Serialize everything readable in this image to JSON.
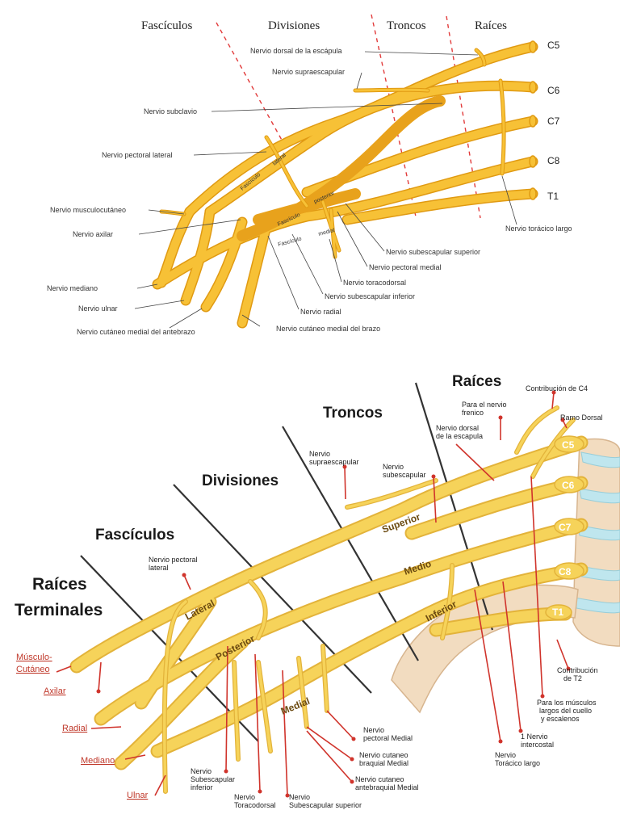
{
  "top": {
    "headers": {
      "fasciculos": "Fascículos",
      "divisiones": "Divisiones",
      "troncos": "Troncos",
      "raices": "Raíces"
    },
    "roots": [
      "C5",
      "C6",
      "C7",
      "C8",
      "T1"
    ],
    "segment_labels": {
      "lateral": "lateral",
      "fasciculo_lateral": "Fascículo",
      "fasciculo_posterior": "Fascículo",
      "posterior": "posterior",
      "fasciculo_medial": "Fascículo",
      "medial": "medial"
    },
    "labels": {
      "dorsal_escapula": "Nervio dorsal de la escápula",
      "supraescapular": "Nervio supraescapular",
      "subclavio": "Nervio subclavio",
      "pectoral_lateral": "Nervio pectoral lateral",
      "musculocutaneo": "Nervio musculocutáneo",
      "axilar": "Nervio axilar",
      "mediano": "Nervio mediano",
      "ulnar": "Nervio ulnar",
      "cutaneo_antebrazo": "Nervio cutáneo medial del antebrazo",
      "cutaneo_brazo": "Nervio cutáneo medial del brazo",
      "radial": "Nervio radial",
      "subescapular_inferior": "Nervio subescapular inferior",
      "toracodorsal": "Nervio toracodorsal",
      "pectoral_medial": "Nervio pectoral medial",
      "subescapular_superior": "Nervio subescapular superior",
      "toracico_largo": "Nervio torácico largo"
    }
  },
  "bottom": {
    "headers": {
      "raices": "Raíces",
      "troncos": "Troncos",
      "divisiones": "Divisiones",
      "fasciculos": "Fascículos",
      "raices_terminales_1": "Raíces",
      "raices_terminales_2": "Terminales"
    },
    "roots": [
      "C5",
      "C6",
      "C7",
      "C8",
      "T1"
    ],
    "trunks": {
      "superior": "Superior",
      "medio": "Medio",
      "inferior": "Inferior"
    },
    "cords": {
      "lateral": "Lateral",
      "posterior": "Posterior",
      "medial": "Medial"
    },
    "terminal": [
      "Músculo-",
      "Cutáneo",
      "Axilar",
      "Radial",
      "Mediano",
      "Ulnar"
    ],
    "labels": {
      "contrib_c4": "Contribución de C4",
      "ramo_dorsal": "Ramo Dorsal",
      "frenico_1": "Para el nervio",
      "frenico_2": "frenico",
      "dorsal_esc_1": "Nervio dorsal",
      "dorsal_esc_2": "de la escapula",
      "supraesc_1": "Nervio",
      "supraesc_2": "supraescapular",
      "subesc_1": "Nervio",
      "subesc_2": "subescapular",
      "pect_lat_1": "Nervio pectoral",
      "pect_lat_2": "lateral",
      "contrib_t2_1": "Contribución",
      "contrib_t2_2": "de T2",
      "largos_1": "Para los músculos",
      "largos_2": "largos del cuello",
      "largos_3": "y escalenos",
      "intercostal_1": "1 Nervio",
      "intercostal_2": "intercostal",
      "toracico_1": "Nervio",
      "toracico_2": "Torácico largo",
      "pect_med_1": "Nervio",
      "pect_med_2": "pectoral Medial",
      "cut_braq_1": "Nervio cutaneo",
      "cut_braq_2": "braquial Medial",
      "cut_antebraq_1": "Nervio cutaneo",
      "cut_antebraq_2": "antebraquial Medial",
      "subesc_inf_1": "Nervio",
      "subesc_inf_2": "Subescapular",
      "subesc_inf_3": "inferior",
      "toracodorsal_1": "Nervio",
      "toracodorsal_2": "Toracodorsal",
      "subesc_sup_1": "Nervio",
      "subesc_sup_2": "Subescapular superior"
    }
  },
  "colors": {
    "nerve_top": "#f7c136",
    "nerve_top_edge": "#e09a12",
    "nerve_dark": "#e8a21c",
    "nerve_bottom": "#f6d35a",
    "nerve_bottom_edge": "#e3b33a",
    "red": "#d0342c",
    "dashed": "#e23b3b",
    "divider": "#333333",
    "bone": "#f2dcc0",
    "bone_edge": "#d7b58f",
    "disc": "#bfe6ee"
  }
}
